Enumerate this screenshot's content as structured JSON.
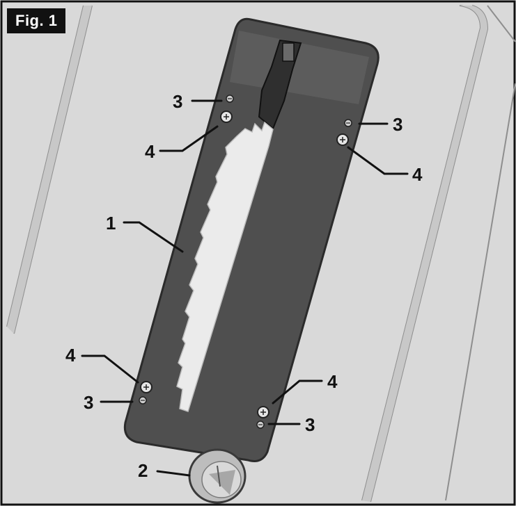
{
  "figure": {
    "label": "Fig. 1"
  },
  "callouts": [
    {
      "id": "c1",
      "text": "1"
    },
    {
      "id": "c2",
      "text": "2"
    },
    {
      "id": "c3a",
      "text": "3"
    },
    {
      "id": "c3b",
      "text": "3"
    },
    {
      "id": "c3c",
      "text": "3"
    },
    {
      "id": "c3d",
      "text": "3"
    },
    {
      "id": "c4a",
      "text": "4"
    },
    {
      "id": "c4b",
      "text": "4"
    },
    {
      "id": "c4c",
      "text": "4"
    },
    {
      "id": "c4d",
      "text": "4"
    }
  ],
  "colors": {
    "table": "#d9d9d9",
    "insert_plate": "#555555",
    "blade": "#e9e9e9",
    "frame": "#111111"
  }
}
